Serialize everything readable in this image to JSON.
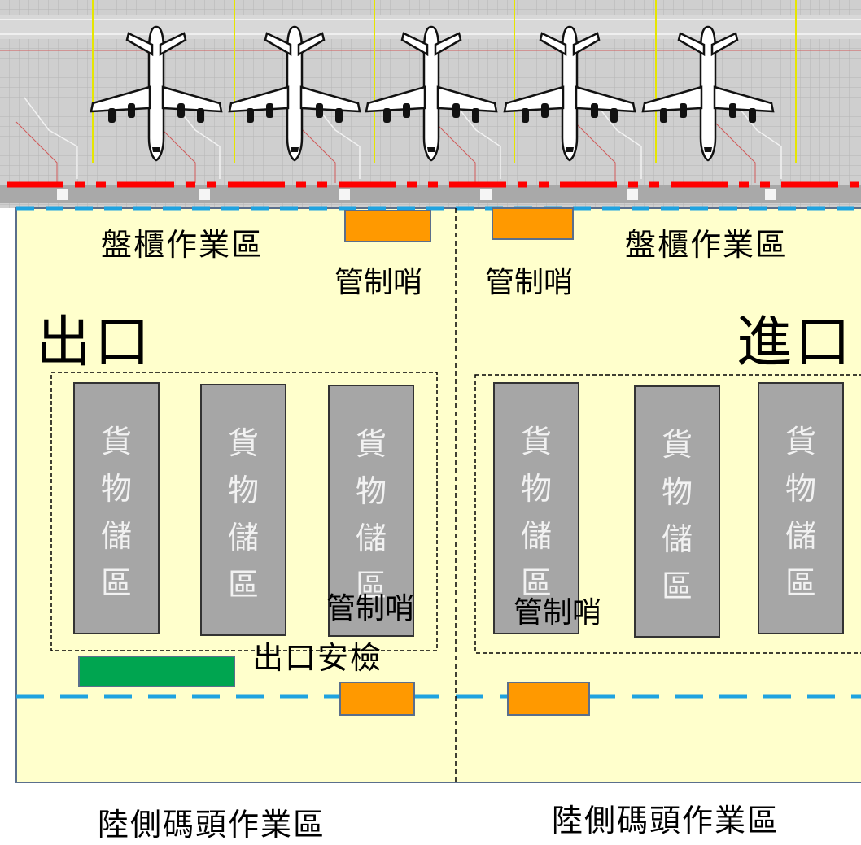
{
  "apron": {
    "aircraft_icon": "airplane-icon",
    "aircraft_count": 5
  },
  "labels": {
    "export_area": "出口",
    "import_area": "進口",
    "pallet_left": "盤櫃作業區",
    "pallet_right": "盤櫃作業區",
    "post_top_left": "管制哨",
    "post_top_right": "管制哨",
    "post_bottom_left": "管制哨",
    "post_bottom_right": "管制哨",
    "security": "出口安檢",
    "landside_left": "陸側碼頭作業區",
    "landside_right": "陸側碼頭作業區"
  },
  "storage_label": [
    "貨",
    "物",
    "儲",
    "區"
  ],
  "colors": {
    "building_fill": "#ffffcc",
    "building_border": "#5a6f8c",
    "storage_fill": "#a6a6a6",
    "storage_text": "#f2f2f2",
    "control_post": "#ff9900",
    "security_screening": "#00a550",
    "airside_boundary": "#ff0000",
    "control_line": "#1fa3e0",
    "apron": "#c8c8c8"
  }
}
